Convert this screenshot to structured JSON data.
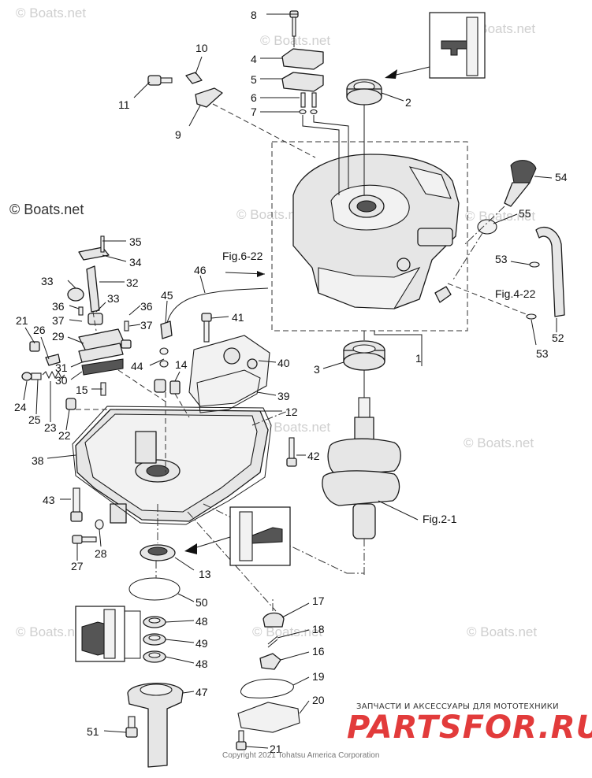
{
  "diagram": {
    "callouts": [
      "1",
      "2",
      "3",
      "4",
      "5",
      "6",
      "7",
      "8",
      "9",
      "10",
      "11",
      "12",
      "13",
      "14",
      "15",
      "16",
      "17",
      "18",
      "19",
      "20",
      "21",
      "21",
      "22",
      "23",
      "24",
      "25",
      "26",
      "27",
      "28",
      "29",
      "30",
      "31",
      "32",
      "33",
      "33",
      "34",
      "35",
      "36",
      "36",
      "37",
      "37",
      "38",
      "39",
      "40",
      "41",
      "42",
      "43",
      "44",
      "45",
      "46",
      "47",
      "48",
      "48",
      "49",
      "50",
      "51",
      "52",
      "53",
      "53",
      "54",
      "55"
    ],
    "references": {
      "fig_6_22": "Fig.6-22",
      "fig_4_22": "Fig.4-22",
      "fig_2_1": "Fig.2-1"
    }
  },
  "watermarks": {
    "text": "© Boats.net",
    "prominent": "© Boats.net"
  },
  "footer": {
    "shop_tagline": "ЗАПЧАСТИ И АКСЕССУАРЫ ДЛЯ МОТОТЕХНИКИ",
    "shop_logo": "PARTSFOR.RU",
    "copyright": "Copyright 2021 Tohatsu America Corporation"
  },
  "colors": {
    "logo_red": "#e23b3b",
    "line": "#1a1a1a",
    "watermark": "#cfcfcf"
  }
}
